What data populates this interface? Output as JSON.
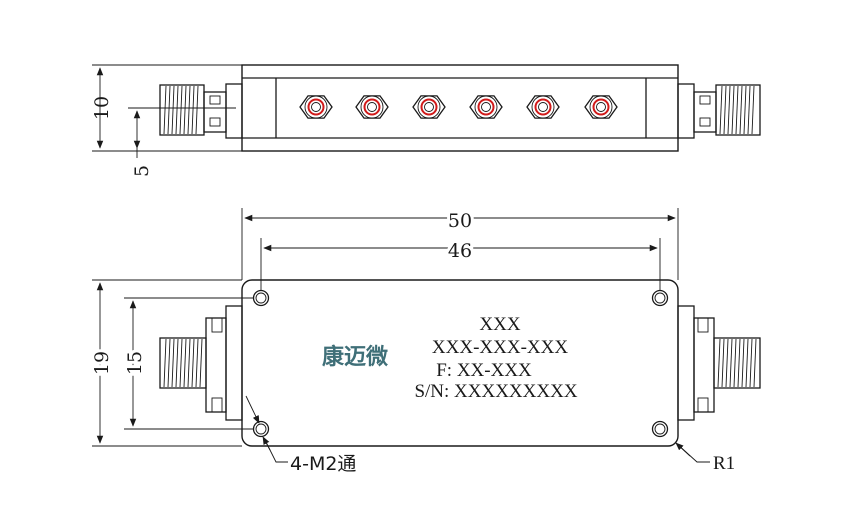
{
  "dimensions": {
    "top_view_height": "10",
    "top_view_connector_offset": "5",
    "bottom_view_length": "50",
    "bottom_view_hole_spacing": "46",
    "bottom_view_height": "19",
    "bottom_view_hole_height": "15"
  },
  "label": {
    "line1": "XXX",
    "line2": "XXX-XXX-XXX",
    "line3": "F: XX-XXX",
    "line4": "S/N: XXXXXXXXX"
  },
  "logo_text": "康迈微",
  "callouts": {
    "holes": "4-M2通",
    "corner_radius": "R1"
  },
  "colors": {
    "line": "#1a1a1a",
    "tuning_screw_ring": "#d11a1a",
    "logo": "#3f6f78"
  }
}
